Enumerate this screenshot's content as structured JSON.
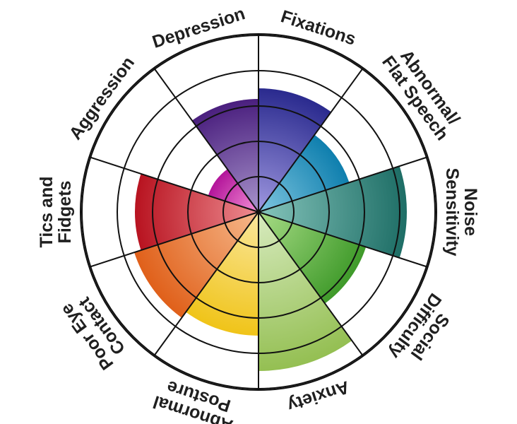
{
  "chart_data": {
    "type": "radial-bar",
    "ring_levels": 5,
    "segments": [
      {
        "label": "Fixations",
        "label_lines": [
          "Fixations"
        ],
        "value": 3.5,
        "color": "#2a2a8e",
        "center_color": "#9f98e0"
      },
      {
        "label": "Abnormal/ Flat Speech",
        "label_lines": [
          "Abnormal/",
          "Flat Speech"
        ],
        "value": 2.7,
        "color": "#0f7fae",
        "center_color": "#7fc6e0"
      },
      {
        "label": "Noise Sensitivity",
        "label_lines": [
          "Noise",
          "Sensitivity"
        ],
        "value": 4.2,
        "color": "#1e6e66",
        "center_color": "#86c5bc"
      },
      {
        "label": "Social Difficulty",
        "label_lines": [
          "Social",
          "Difficulty"
        ],
        "value": 3.2,
        "color": "#3f9a2a",
        "center_color": "#a8dc86"
      },
      {
        "label": "Anxiety",
        "label_lines": [
          "Anxiety"
        ],
        "value": 4.5,
        "color": "#94bf52",
        "center_color": "#d8ebc0"
      },
      {
        "label": "Abnormal Posture",
        "label_lines": [
          "Abnormal",
          "Posture"
        ],
        "value": 3.5,
        "color": "#f0c419",
        "center_color": "#fae79d"
      },
      {
        "label": "Poor Eye Contact",
        "label_lines": [
          "Poor Eye",
          "Contact"
        ],
        "value": 3.7,
        "color": "#e0601a",
        "center_color": "#f6b98c"
      },
      {
        "label": "Tics and Fidgets",
        "label_lines": [
          "Tics and",
          "Fidgets"
        ],
        "value": 3.5,
        "color": "#b81320",
        "center_color": "#ee8d92"
      },
      {
        "label": "Aggression",
        "label_lines": [
          "Aggression"
        ],
        "value": 1.5,
        "color": "#b3159a",
        "center_color": "#f48fd6"
      },
      {
        "label": "Depression",
        "label_lines": [
          "Depression"
        ],
        "value": 3.2,
        "color": "#4a1f7e",
        "center_color": "#a894cc"
      }
    ]
  }
}
